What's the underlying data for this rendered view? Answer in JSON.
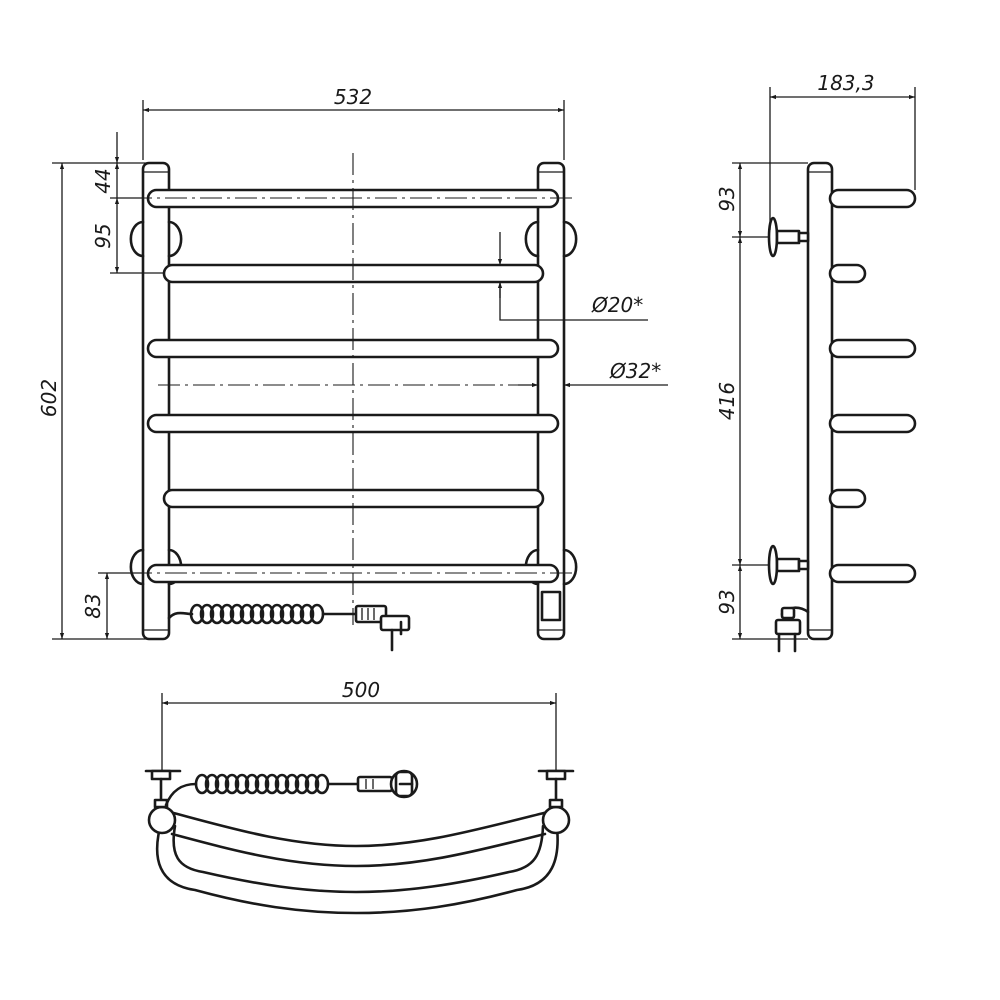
{
  "front_view": {
    "width_label": "532",
    "height_label": "602",
    "top_offset_label": "44",
    "bar_spacing_label": "95",
    "bottom_offset_label": "83",
    "bar_diameter_label": "Ø20*",
    "post_diameter_label": "Ø32*"
  },
  "side_view": {
    "depth_label": "183,3",
    "top_mount_label": "93",
    "mount_spacing_label": "416",
    "bottom_mount_label": "93"
  },
  "top_view": {
    "width_label": "500"
  },
  "colors": {
    "line": "#1a1a1a",
    "background": "#ffffff"
  }
}
